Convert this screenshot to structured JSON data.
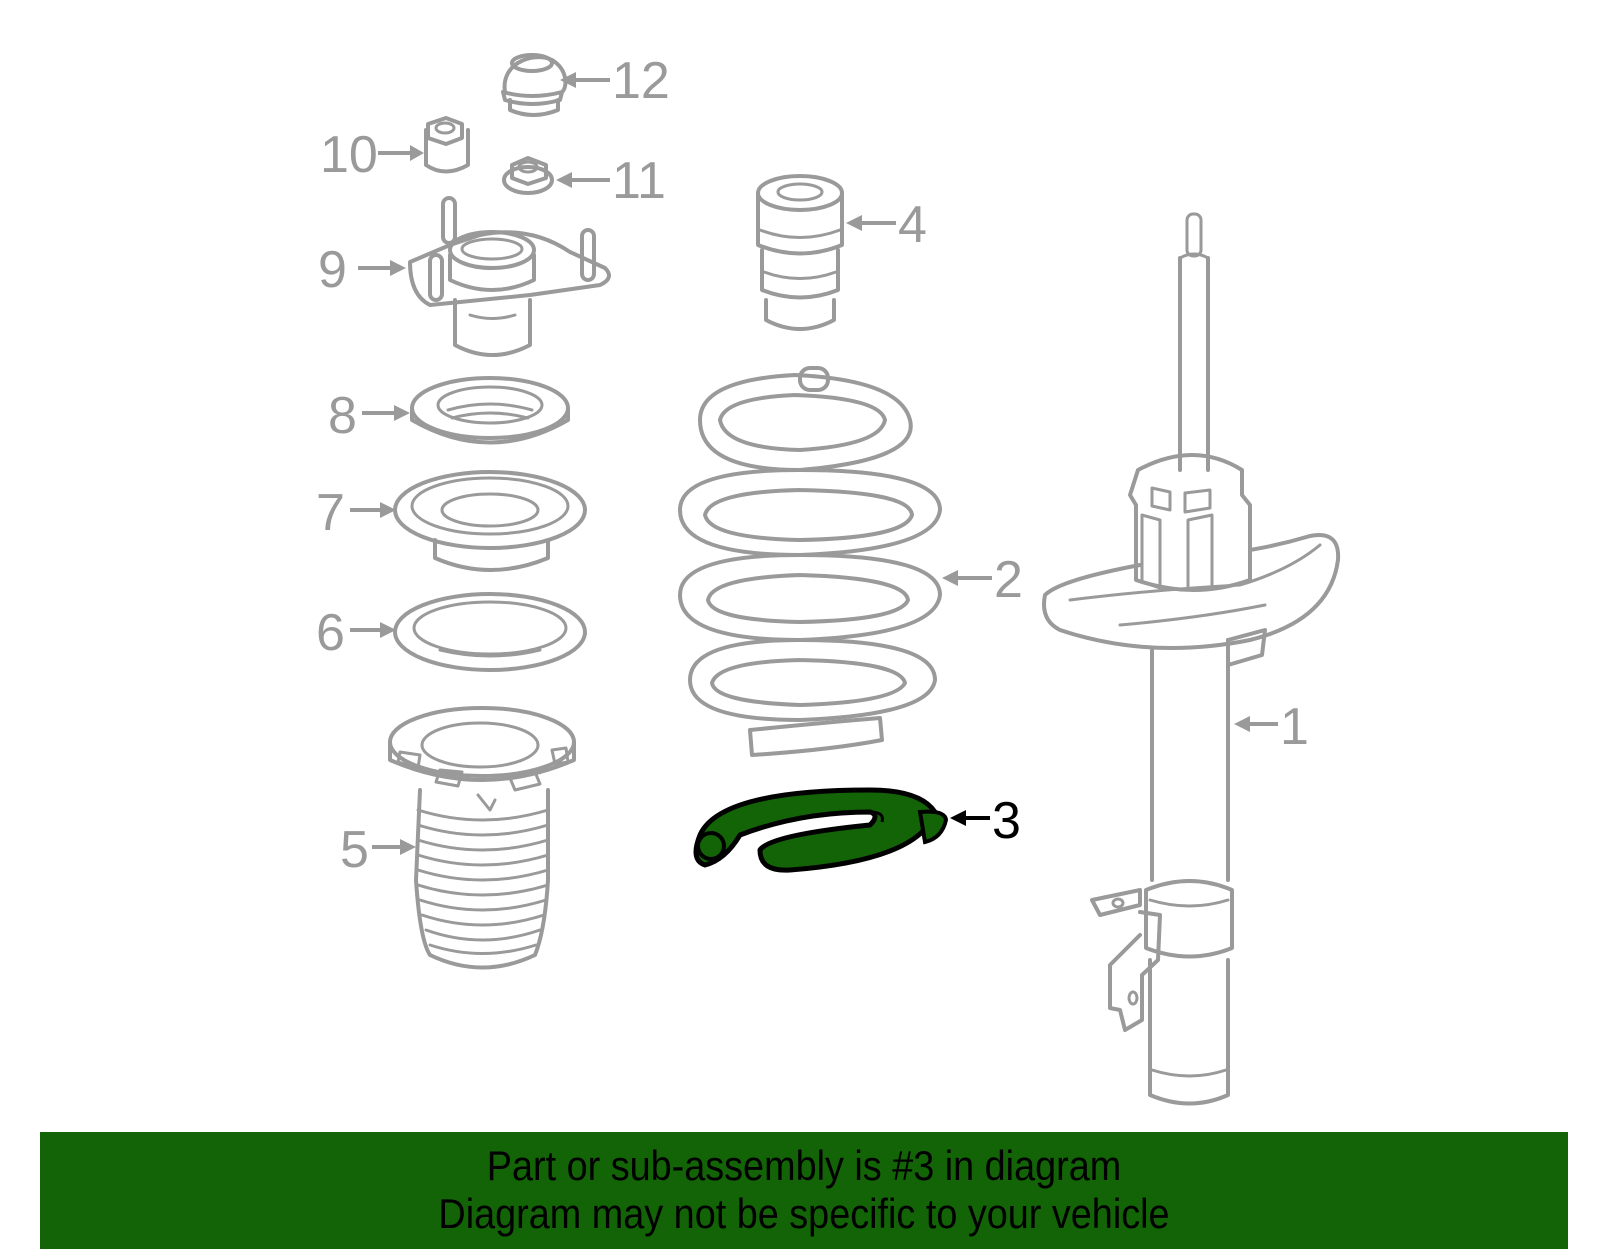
{
  "diagram": {
    "title": "Front strut / coil spring exploded parts diagram",
    "highlighted_part": "3",
    "highlight_color": "#136307",
    "line_color": "#9a9a9a",
    "callouts": [
      {
        "number": "1",
        "part": "strut-assembly"
      },
      {
        "number": "2",
        "part": "coil-spring"
      },
      {
        "number": "3",
        "part": "lower-spring-insulator",
        "highlighted": true
      },
      {
        "number": "4",
        "part": "bump-stop"
      },
      {
        "number": "5",
        "part": "dust-boot"
      },
      {
        "number": "6",
        "part": "spring-seat-washer"
      },
      {
        "number": "7",
        "part": "upper-spring-seat"
      },
      {
        "number": "8",
        "part": "bearing"
      },
      {
        "number": "9",
        "part": "strut-mount"
      },
      {
        "number": "10",
        "part": "nut-cap"
      },
      {
        "number": "11",
        "part": "flange-nut"
      },
      {
        "number": "12",
        "part": "mount-cap"
      }
    ]
  },
  "banner": {
    "line1": "Part or sub-assembly is #3 in diagram",
    "line2": "Diagram may not be specific to your vehicle",
    "background": "#136307"
  }
}
